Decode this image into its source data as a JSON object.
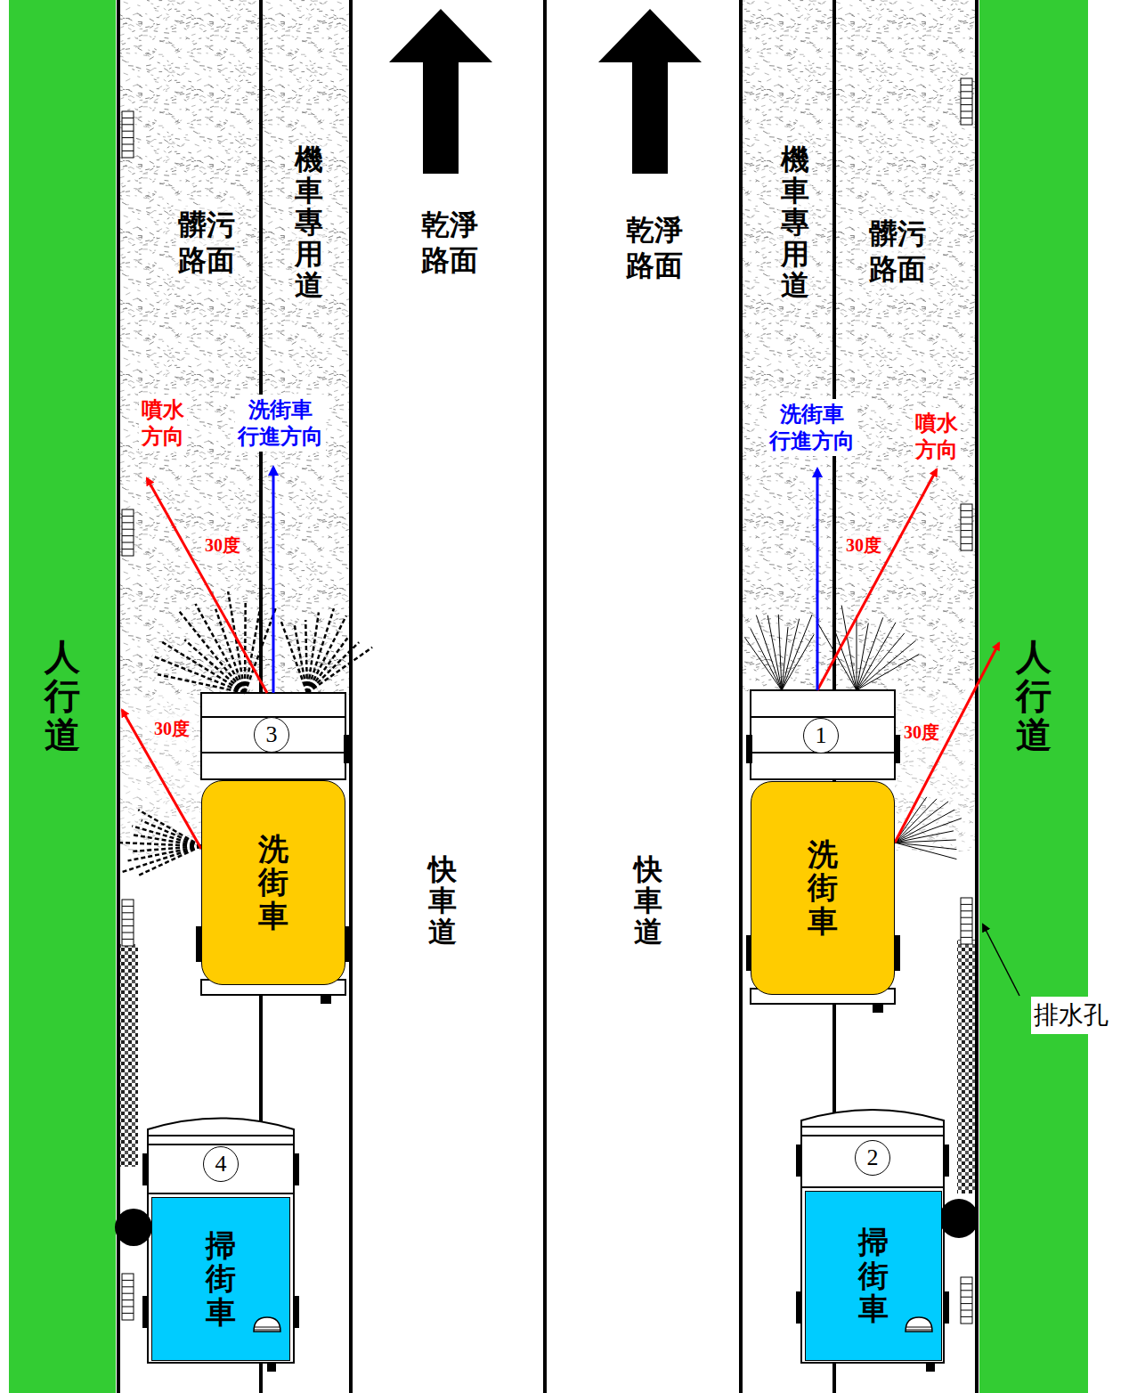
{
  "diagram": {
    "nodes": [
      {
        "text": [
          "人行道"
        ]
      },
      {
        "text": [
          "人行道"
        ]
      },
      {
        "text": [
          "3"
        ]
      },
      {
        "text": [
          "洗街車"
        ]
      },
      {
        "text": [
          "4"
        ]
      },
      {
        "text": [
          "掃街車"
        ]
      },
      {
        "text": [
          "1"
        ]
      },
      {
        "text": [
          "洗街車"
        ]
      },
      {
        "text": [
          "2"
        ]
      },
      {
        "text": [
          "掃街車"
        ]
      }
    ],
    "labels": [
      "髒污 路面",
      "機車專用道",
      "乾淨 路面",
      "乾淨 路面",
      "機車專用道",
      "髒污 路面",
      "噴水 方向",
      "洗街車 行進方向",
      "洗街車 行進方向",
      "噴水 方向",
      "30度",
      "30度",
      "30度",
      "30度",
      "快車道",
      "快車道",
      "排水孔"
    ]
  }
}
